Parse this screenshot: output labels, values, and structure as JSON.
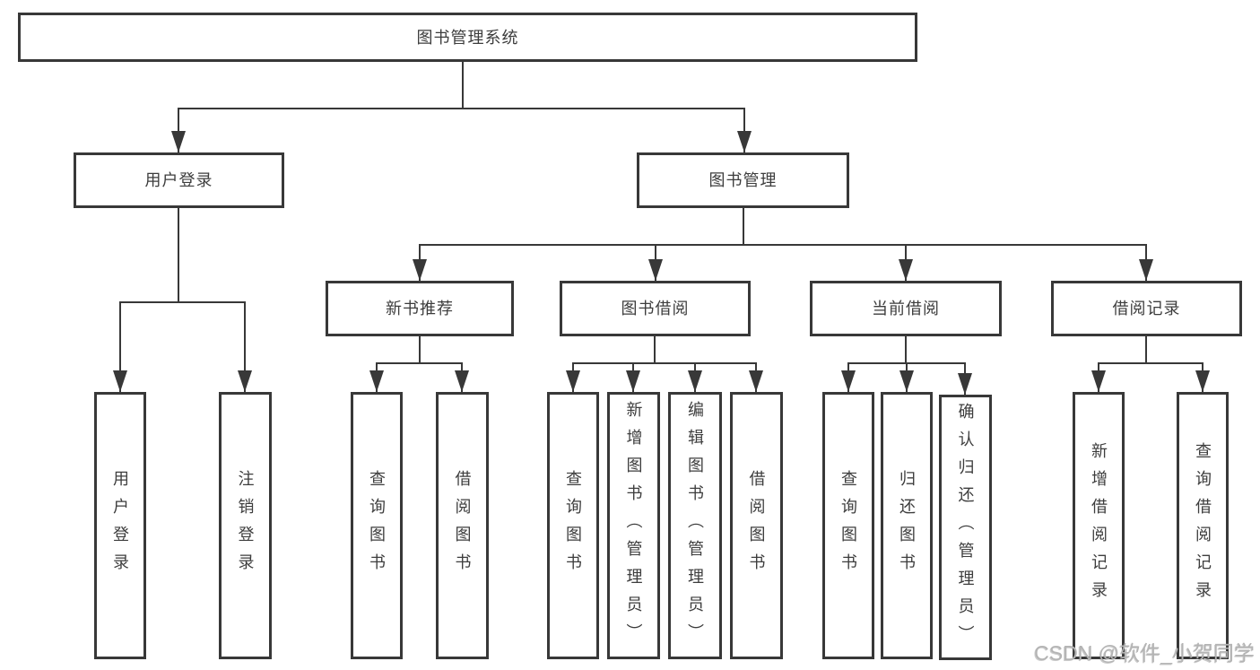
{
  "diagram": {
    "type": "hierarchy-tree",
    "title": "图书管理系统"
  },
  "tree": {
    "label": "图书管理系统",
    "children": [
      {
        "label": "用户登录",
        "children": [
          {
            "label": "用户登录"
          },
          {
            "label": "注销登录"
          }
        ]
      },
      {
        "label": "图书管理",
        "children": [
          {
            "label": "新书推荐",
            "children": [
              {
                "label": "查询图书"
              },
              {
                "label": "借阅图书"
              }
            ]
          },
          {
            "label": "图书借阅",
            "children": [
              {
                "label": "查询图书"
              },
              {
                "label": "新增图书（管理员）"
              },
              {
                "label": "编辑图书（管理员）"
              },
              {
                "label": "借阅图书"
              }
            ]
          },
          {
            "label": "当前借阅",
            "children": [
              {
                "label": "查询图书"
              },
              {
                "label": "归还图书"
              },
              {
                "label": "确认归还（管理员）"
              }
            ]
          },
          {
            "label": "借阅记录",
            "children": [
              {
                "label": "新增借阅记录"
              },
              {
                "label": "查询借阅记录"
              }
            ]
          }
        ]
      }
    ]
  },
  "watermark": {
    "text": "CSDN @软件_小贺同学"
  },
  "colors": {
    "line": "#383838",
    "text": "#3d3d3d",
    "watermark": "#b4b4b4",
    "background": "#ffffff"
  }
}
